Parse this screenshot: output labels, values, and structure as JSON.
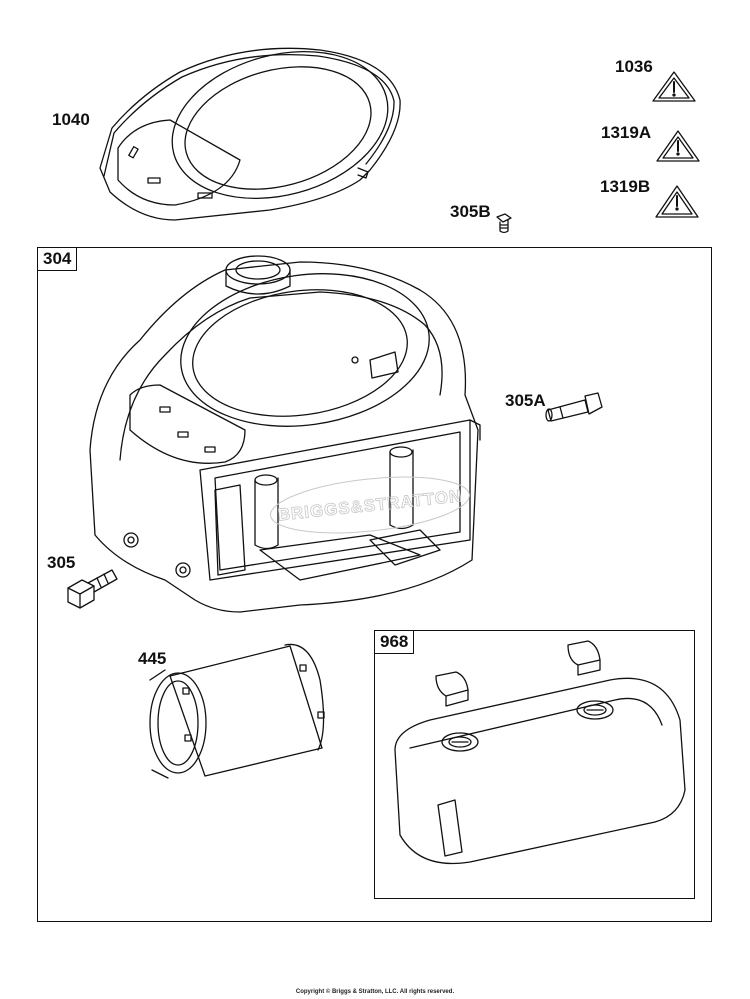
{
  "parts": [
    {
      "id": "1040"
    },
    {
      "id": "1036"
    },
    {
      "id": "1319A"
    },
    {
      "id": "1319B"
    },
    {
      "id": "305B"
    },
    {
      "id": "304"
    },
    {
      "id": "305A"
    },
    {
      "id": "305"
    },
    {
      "id": "445"
    },
    {
      "id": "968"
    }
  ],
  "watermark": "BRIGGS&STRATTON",
  "copyright": "Copyright © Briggs & Stratton, LLC. All rights reserved.",
  "icons": [
    "warning-triangle-icon"
  ]
}
